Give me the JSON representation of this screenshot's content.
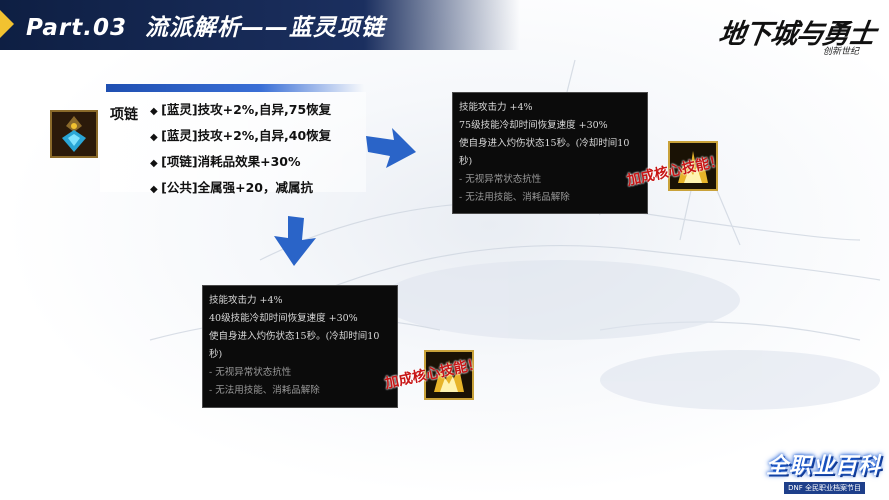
{
  "header": {
    "part": "Part.03",
    "title": "流派解析——蓝灵项链"
  },
  "logo": {
    "main": "地下城与勇士",
    "sub": "创新世纪"
  },
  "item": {
    "label": "项链",
    "stats": [
      "[蓝灵]技攻+2%,自异,75恢复",
      "[蓝灵]技攻+2%,自异,40恢复",
      "[项链]消耗品效果+30%",
      "[公共]全属强+20，减属抗"
    ]
  },
  "tooltip_top": {
    "lines": [
      "技能攻击力 +4%",
      "75级技能冷却时间恢复速度 +30%",
      "使自身进入灼伤状态15秒。(冷却时间10",
      "秒)",
      "- 无视异常状态抗性",
      "- 无法用技能、消耗品解除"
    ]
  },
  "tooltip_bottom": {
    "lines": [
      "技能攻击力 +4%",
      "40级技能冷却时间恢复速度 +30%",
      "使自身进入灼伤状态15秒。(冷却时间10",
      "秒)",
      "- 无视异常状态抗性",
      "- 无法用技能、消耗品解除"
    ]
  },
  "core_label_top": "加成核心技能！",
  "core_label_bottom": "加成核心技能！",
  "badge": {
    "main": "全职业百科",
    "sub": "DNF 全民职业档案节目"
  },
  "colors": {
    "header_bg": "#0e1f43",
    "accent_yellow": "#f2c230",
    "arrow_blue": "#2a64c8",
    "core_red": "#c81616",
    "tooltip_bg": "#0b0b0b"
  },
  "icons": [
    "blue-spirit-necklace-icon",
    "burn-skill-icon",
    "arrow-right-icon",
    "arrow-down-icon"
  ]
}
